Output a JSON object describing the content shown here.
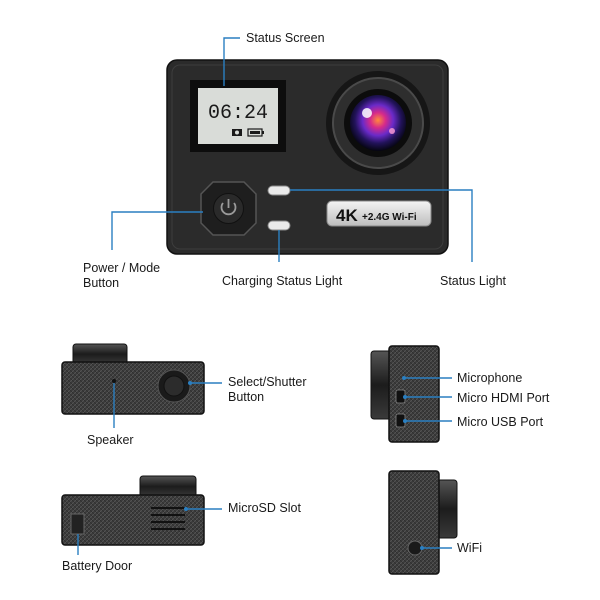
{
  "screen": {
    "time": "06:24"
  },
  "badge": {
    "big": "4K",
    "small": "+2.4G Wi-Fi"
  },
  "labels": {
    "status_screen": "Status Screen",
    "power_mode": "Power / Mode\nButton",
    "charging_light": "Charging Status Light",
    "status_light": "Status Light",
    "select_shutter": "Select/Shutter\nButton",
    "speaker": "Speaker",
    "microsd": "MicroSD Slot",
    "battery_door": "Battery Door",
    "microphone": "Microphone",
    "micro_hdmi": "Micro HDMI Port",
    "micro_usb": "Micro USB Port",
    "wifi": "WiFi"
  },
  "colors": {
    "callout": "#2a7fc1",
    "body": "#2b2b2b",
    "lcd": "#d9dcd8"
  }
}
